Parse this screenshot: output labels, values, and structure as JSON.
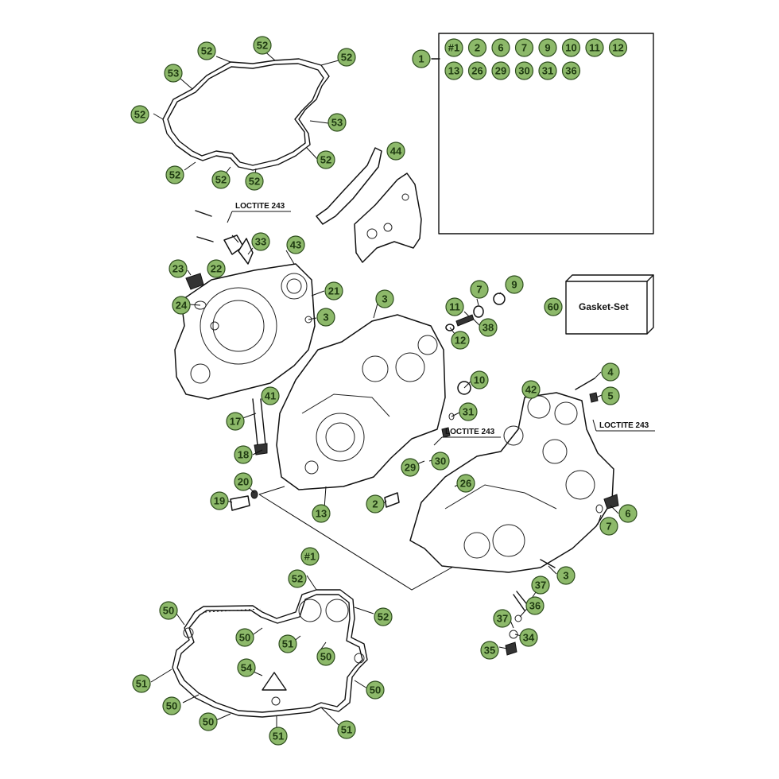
{
  "notes": {
    "loctite_a": "LOCTITE 243",
    "loctite_b": "LOCTITE 243",
    "loctite_c": "LOCTITE 243",
    "gasket_set": "Gasket-Set"
  },
  "kit_box": {
    "ref": "1",
    "contents": [
      "#1",
      "2",
      "6",
      "7",
      "9",
      "10",
      "11",
      "12",
      "13",
      "26",
      "29",
      "30",
      "31",
      "36"
    ]
  },
  "callouts": [
    "52",
    "52",
    "52",
    "53",
    "52",
    "53",
    "52",
    "52",
    "52",
    "52",
    "44",
    "33",
    "43",
    "22",
    "23",
    "24",
    "21",
    "3",
    "3",
    "41",
    "7",
    "9",
    "11",
    "38",
    "12",
    "60",
    "4",
    "5",
    "10",
    "42",
    "31",
    "17",
    "30",
    "29",
    "18",
    "20",
    "19",
    "13",
    "2",
    "26",
    "6",
    "7",
    "3",
    "#1",
    "37",
    "36",
    "37",
    "34",
    "35",
    "52",
    "50",
    "50",
    "52",
    "51",
    "50",
    "54",
    "51",
    "50",
    "50",
    "50",
    "51",
    "51"
  ],
  "colors": {
    "bubble_fill": "#8db96a",
    "bubble_stroke": "#2f4f1f",
    "line": "#111111"
  }
}
